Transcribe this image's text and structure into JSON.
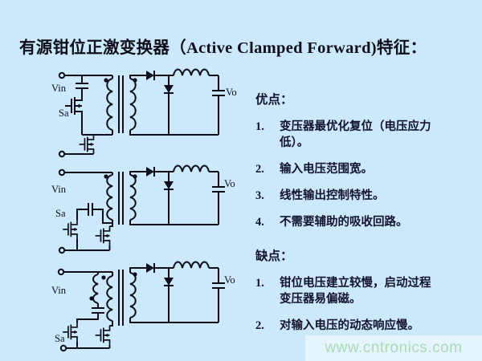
{
  "slide": {
    "title": "有源钳位正激变换器（Active Clamped Forward)特征：",
    "advantages": {
      "heading": "优点：",
      "items": [
        {
          "num": "1.",
          "text": "变压器最优化复位（电压应力低）。"
        },
        {
          "num": "2.",
          "text": "输入电压范围宽。"
        },
        {
          "num": "3.",
          "text": "线性输出控制特性。"
        },
        {
          "num": "4.",
          "text": "不需要辅助的吸收回路。"
        }
      ]
    },
    "disadvantages": {
      "heading": "缺点：",
      "items": [
        {
          "num": "1.",
          "text": "钳位电压建立较慢，启动过程变压器易偏磁。"
        },
        {
          "num": "2.",
          "text": "对输入电压的动态响应慢。"
        }
      ]
    }
  },
  "circuits": [
    {
      "name": "active-clamp-forward-low-side",
      "labels": {
        "input": "Vin",
        "aux_switch": "Sa",
        "output": "Vo"
      }
    },
    {
      "name": "active-clamp-forward-across-switch",
      "labels": {
        "input": "Vin",
        "aux_switch": "Sa",
        "output": "Vo"
      }
    },
    {
      "name": "active-clamp-forward-aux-winding",
      "labels": {
        "input": "Vin",
        "aux_switch": "Sa",
        "output": "Vo"
      }
    }
  ],
  "watermark": {
    "text": "www.cntronics.com"
  },
  "colors": {
    "background": "#cbe9fa",
    "ink": "#0e0e1a",
    "watermark_text": "#a9dbb5",
    "watermark_band": "rgba(255,255,255,0.5)"
  }
}
